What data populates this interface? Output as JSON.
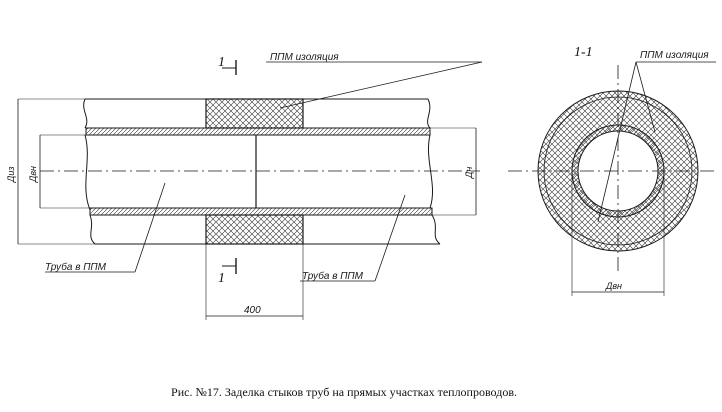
{
  "labels": {
    "section_mark_top": "1",
    "section_mark_bottom": "1",
    "insulation_left": "ППМ изоляция",
    "insulation_right": "ППМ изоляция",
    "section_title": "1-1",
    "pipe_left": "Труба в ППМ",
    "pipe_right": "Труба в ППМ",
    "dim_400": "400",
    "d_iz": "Диз",
    "d_vn_left": "Двн",
    "d_n": "Дн",
    "d_vn_section": "Двн"
  },
  "caption": "Рис. №17. Заделка стыков труб на прямых участках теплопроводов."
}
